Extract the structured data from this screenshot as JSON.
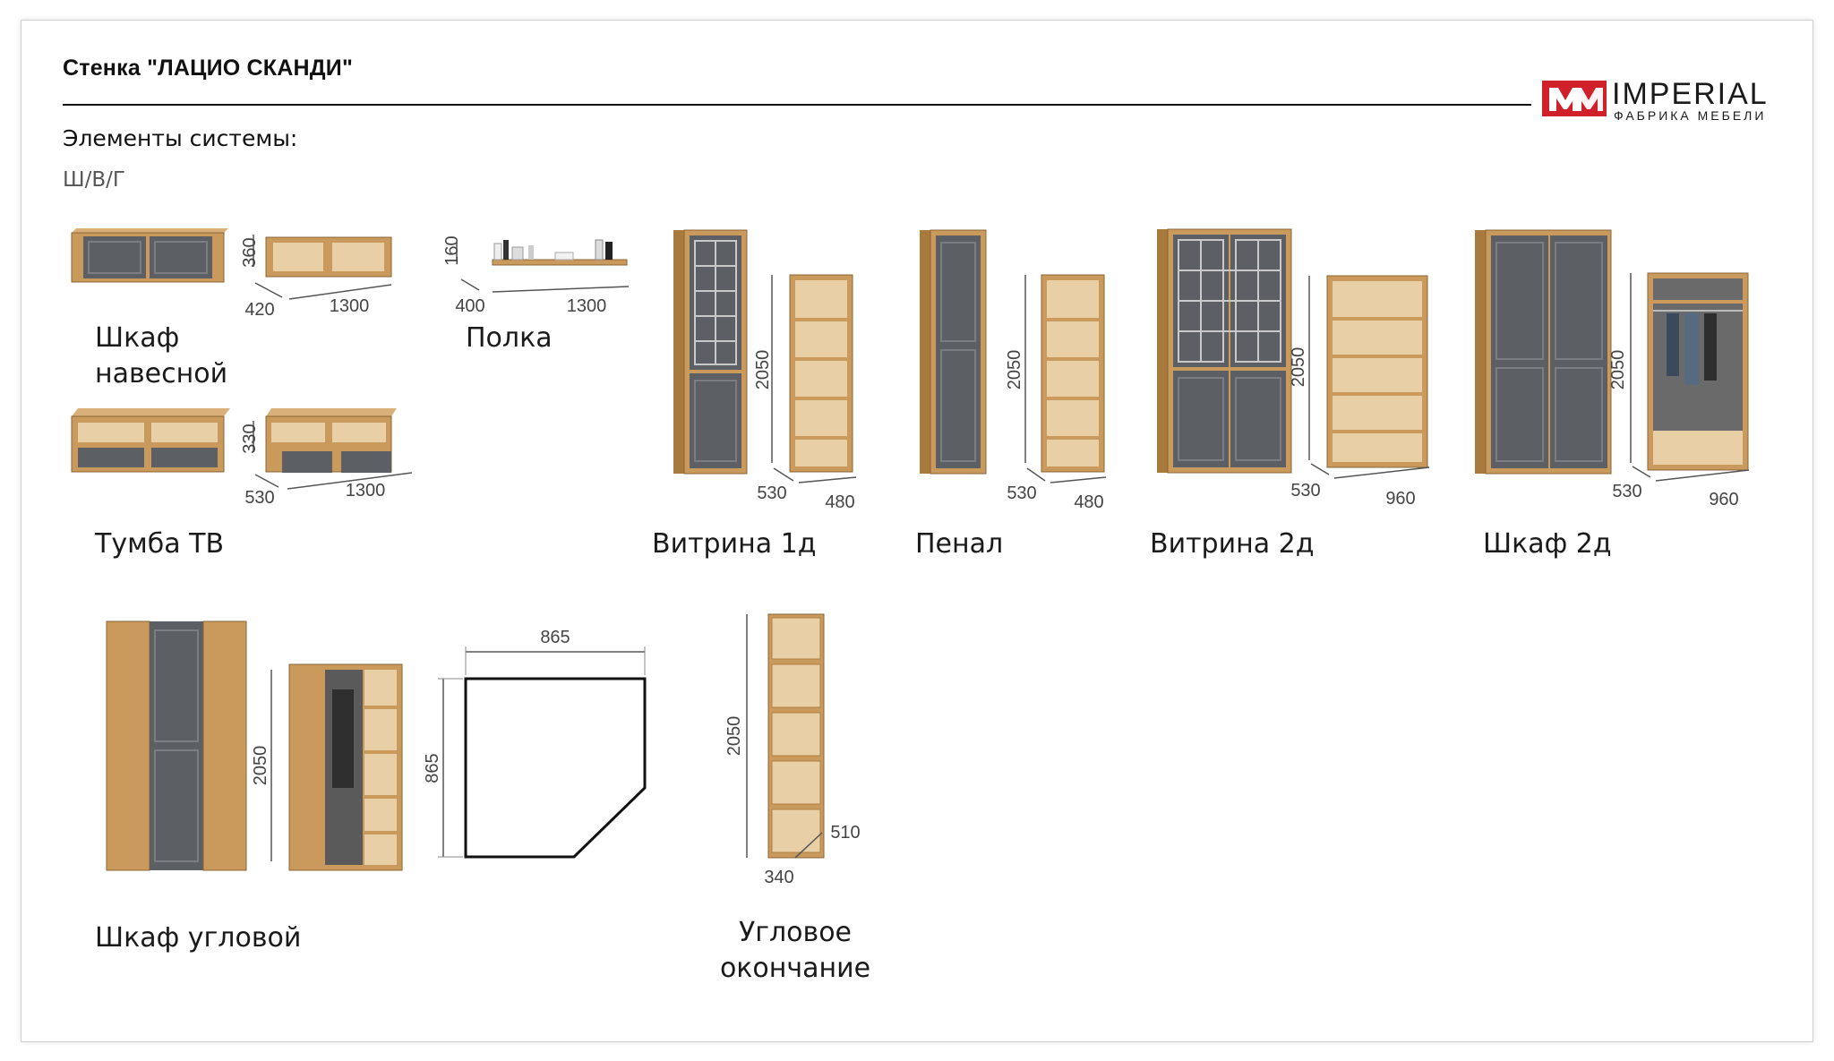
{
  "header": {
    "title_prefix": "Стенка \"",
    "title_name": "ЛАЦИО СКАНДИ",
    "title_suffix": "\"",
    "subtitle": "Элементы системы:",
    "dims_label": "Ш/В/Г"
  },
  "brand": {
    "logo_mark": "MM",
    "name": "IMPERIAL",
    "tagline": "ФАБРИКА МЕБЕЛИ",
    "color": "#d0202a"
  },
  "colors": {
    "oak": "#c99a5c",
    "oak_dark": "#a87a3e",
    "graphite": "#5c5f63",
    "dim_line": "#555555"
  },
  "items": [
    {
      "name_line1": "Шкаф",
      "name_line2": "навесной",
      "dims": {
        "height": "360",
        "depth": "420",
        "width": "1300"
      }
    },
    {
      "name": "Полка",
      "dims": {
        "height": "160",
        "depth": "400",
        "width": "1300"
      }
    },
    {
      "name": "Тумба ТВ",
      "dims": {
        "height": "330",
        "depth": "530",
        "width": "1300"
      }
    },
    {
      "name": "Витрина 1д",
      "dims": {
        "height": "2050",
        "depth": "530",
        "width": "480"
      }
    },
    {
      "name": "Пенал",
      "dims": {
        "height": "2050",
        "depth": "530",
        "width": "480"
      }
    },
    {
      "name": "Витрина 2д",
      "dims": {
        "height": "2050",
        "depth": "530",
        "width": "960"
      }
    },
    {
      "name": "Шкаф 2д",
      "dims": {
        "height": "2050",
        "depth": "530",
        "width": "960"
      }
    },
    {
      "name": "Шкаф угловой",
      "dims": {
        "height": "2050",
        "plan_width": "865",
        "plan_depth": "865"
      }
    },
    {
      "name_line1": "Угловое",
      "name_line2": "окончание",
      "dims": {
        "height": "2050",
        "depth": "510",
        "width": "340"
      }
    }
  ]
}
